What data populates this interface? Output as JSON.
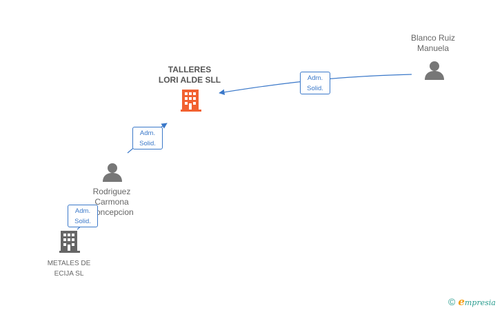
{
  "nodes": {
    "main_company": {
      "line1": "TALLERES",
      "line2": "LORI ALDE SLL",
      "icon": "building-icon",
      "color": "#f26130"
    },
    "person_blanco": {
      "line1": "Blanco Ruiz",
      "line2": "Manuela",
      "icon": "person-icon"
    },
    "person_rodriguez": {
      "line1": "Rodriguez",
      "line2": "Carmona",
      "line3": "Concepcion",
      "icon": "person-icon"
    },
    "company_metales": {
      "line1": "METALES DE",
      "line2": "ECIJA SL",
      "icon": "building-icon",
      "color": "#666666"
    }
  },
  "edges": {
    "blanco_to_main": {
      "line1": "Adm.",
      "line2": "Solid."
    },
    "rodriguez_to_main": {
      "line1": "Adm.",
      "line2": "Solid."
    },
    "metales_to_rodriguez": {
      "line1": "Adm.",
      "line2": "Solid."
    }
  },
  "colors": {
    "edge": "#3a78c9",
    "node_gray": "#777777",
    "main": "#f26130"
  },
  "brand": {
    "copyright": "©",
    "name_first": "e",
    "name_rest": "mpresia"
  }
}
